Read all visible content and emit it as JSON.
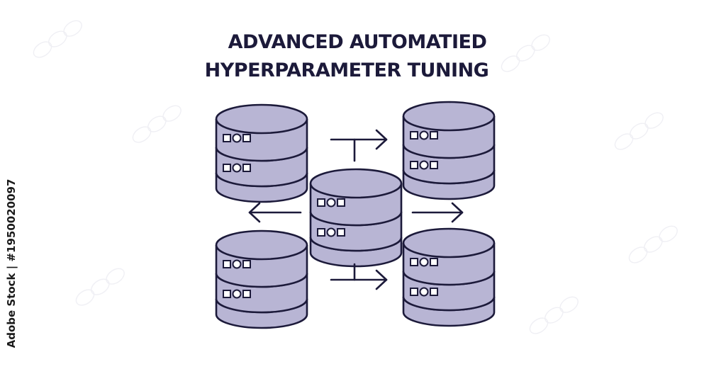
{
  "title": {
    "line1": "ADVANCED AUTOMATIED",
    "line2": "HYPERPARAMETER TUNING"
  },
  "watermark": {
    "id_text": "Adobe Stock | #1950020097"
  },
  "colors": {
    "cylinder_fill": "#b8b5d4",
    "outline": "#1c1a3a",
    "background": "#ffffff"
  },
  "icons": [
    "database-icon",
    "arrow-right-icon",
    "arrow-left-icon"
  ]
}
